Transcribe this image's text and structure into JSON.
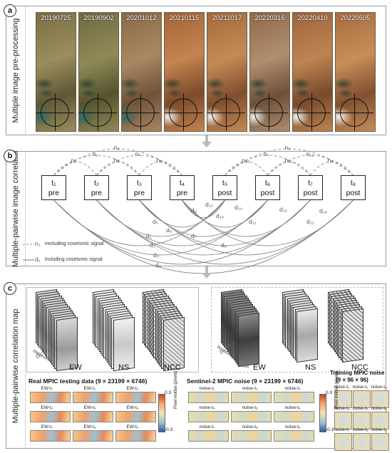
{
  "panels": {
    "a": {
      "badge": "a",
      "side_label": "Multiple image pre-processing"
    },
    "b": {
      "badge": "b",
      "side_label": "Multiple-pairwise image correlator"
    },
    "c": {
      "badge": "c",
      "side_label": "Multiple-pairwise correlation map"
    }
  },
  "satellite_dates": [
    "20190725",
    "20190902",
    "20201012",
    "20210115",
    "20211017",
    "20220316",
    "20220410",
    "20220505"
  ],
  "time_nodes": [
    {
      "t": "t₁",
      "phase": "pre"
    },
    {
      "t": "t₂",
      "phase": "pre"
    },
    {
      "t": "t₃",
      "phase": "pre"
    },
    {
      "t": "t₄",
      "phase": "pre"
    },
    {
      "t": "t₅",
      "phase": "post"
    },
    {
      "t": "t₆",
      "phase": "post"
    },
    {
      "t": "t₇",
      "phase": "post"
    },
    {
      "t": "t₈",
      "phase": "post"
    }
  ],
  "noise_labels": [
    "n₁",
    "n₂",
    "n₃",
    "n₄",
    "n₅",
    "n₆",
    "n₇",
    "n₈",
    "n₉",
    "n₁₀",
    "n₁₁",
    "n₁₂"
  ],
  "signal_labels": [
    "d₁",
    "d₂",
    "d₃",
    "d₄",
    "d₅",
    "d₆",
    "d₇",
    "d₈",
    "d₉",
    "d₁₀",
    "d₁₁",
    "d₁₂",
    "d₁₃",
    "d₁₄",
    "d₁₅",
    "d₁₆"
  ],
  "legend": {
    "noise_sym": "n₁",
    "noise_text": "excluding coseismic signal",
    "signal_sym": "d₁",
    "signal_text": "including coseismic signal"
  },
  "stacks": {
    "left_range": "d₁-d₁₆",
    "right_range": "n₁-n₁₂",
    "ew": "EW",
    "ns": "NS",
    "ncc": "NCC"
  },
  "bottom": {
    "real_title": "Real MPIC testing data (9 × 23199 × 6746)",
    "noise_title": "Sentinel-2 MPIC noise (9 × 23199 × 6746)",
    "training_title": "Training MPIC noise",
    "training_dims": "(9 × 96 × 96)",
    "real_cell_labels": [
      "EW-t₁",
      "EW-t₂",
      "EW-t₃",
      "EW-t₄",
      "EW-t₅",
      "EW-t₆",
      "EW-t₇",
      "EW-t₈",
      "EW-t₉"
    ],
    "noise_cell_labels": [
      "noise-t₁",
      "noise-t₂",
      "noise-t₃",
      "noise-t₄",
      "noise-t₅",
      "noise-t₆",
      "noise-t₇",
      "noise-t₈",
      "noise-t₉"
    ],
    "training_cell_labels": [
      "noise-t₁",
      "noise-t₂",
      "noise-t₃",
      "noise-t₄",
      "noise-t₅",
      "noise-t₆",
      "noise-t₇",
      "noise-t₈",
      "noise-t₉"
    ],
    "colorbar_max": "0.3",
    "colorbar_min": "-0.3",
    "colorbar_label": "Pixel motion (pixels)"
  },
  "colors": {
    "panel_border": "#9a9a9a",
    "arrow": "#b9b9b9",
    "hot": "#c9452d",
    "cold": "#2b5e96"
  }
}
